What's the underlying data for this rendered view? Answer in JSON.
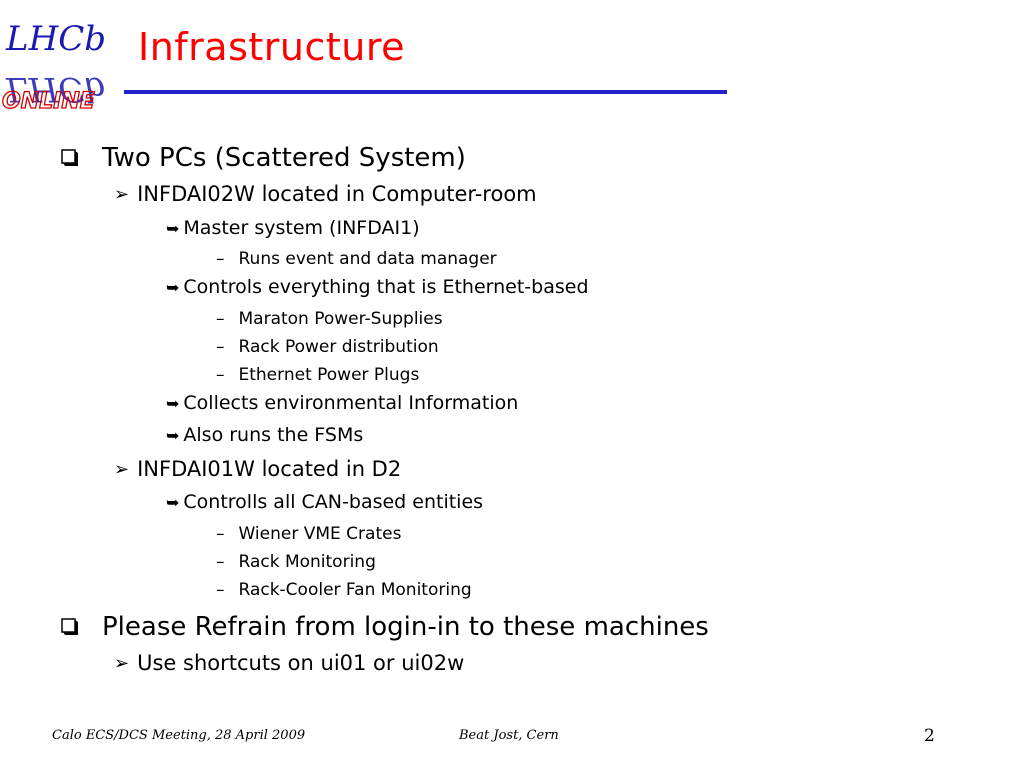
{
  "slide": {
    "title": "Infrastructure",
    "logo": {
      "top_text": "LHCb",
      "bottom_text": "ONLINE",
      "colors": {
        "blue": "#1a1ab0",
        "red": "#d40000"
      }
    },
    "accent_color": "#2222cc",
    "title_color": "#ff0000"
  },
  "outline": [
    {
      "level": 1,
      "bullet": "checkbox-bullet",
      "text": "Two PCs (Scattered System)"
    },
    {
      "level": 2,
      "bullet": "➢",
      "text": "INFDAI02W located in Computer-room"
    },
    {
      "level": 3,
      "bullet": "➥",
      "text": "Master system (INFDAI1)"
    },
    {
      "level": 4,
      "bullet": "–",
      "text": "Runs event and data manager"
    },
    {
      "level": 3,
      "bullet": "➥",
      "text": "Controls everything that is Ethernet-based"
    },
    {
      "level": 4,
      "bullet": "–",
      "text": "Maraton Power-Supplies"
    },
    {
      "level": 4,
      "bullet": "–",
      "text": "Rack Power distribution"
    },
    {
      "level": 4,
      "bullet": "–",
      "text": "Ethernet Power Plugs"
    },
    {
      "level": 3,
      "bullet": "➥",
      "text": "Collects environmental Information"
    },
    {
      "level": 3,
      "bullet": "➥",
      "text": "Also runs the FSMs"
    },
    {
      "level": 2,
      "bullet": "➢",
      "text": "INFDAI01W located in D2"
    },
    {
      "level": 3,
      "bullet": "➥",
      "text": "Controlls all CAN-based entities"
    },
    {
      "level": 4,
      "bullet": "–",
      "text": "Wiener VME Crates"
    },
    {
      "level": 4,
      "bullet": "–",
      "text": "Rack Monitoring"
    },
    {
      "level": 4,
      "bullet": "–",
      "text": "Rack-Cooler Fan Monitoring"
    },
    {
      "level": 1,
      "bullet": "checkbox-bullet",
      "text": "Please Refrain from login-in to these machines"
    },
    {
      "level": 2,
      "bullet": "➢",
      "text": "Use shortcuts on ui01 or ui02w"
    }
  ],
  "footer": {
    "left": "Calo ECS/DCS Meeting, 28 April 2009",
    "center": "Beat Jost, Cern",
    "page": "2"
  }
}
